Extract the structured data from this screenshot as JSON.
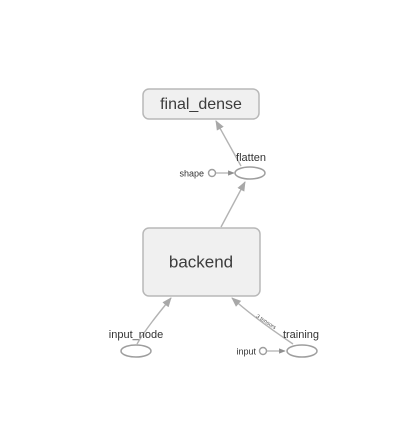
{
  "graph": {
    "nodes": {
      "final_dense": "final_dense",
      "backend": "backend",
      "flatten": "flatten",
      "input_node": "input_node",
      "training": "training",
      "shape": "shape",
      "input": "input"
    },
    "edges": {
      "training_to_backend": "3 tensors"
    }
  },
  "colors": {
    "node_fill": "#f0f0f0",
    "node_stroke": "#b8b8b8",
    "edge": "#b3b3b3"
  }
}
